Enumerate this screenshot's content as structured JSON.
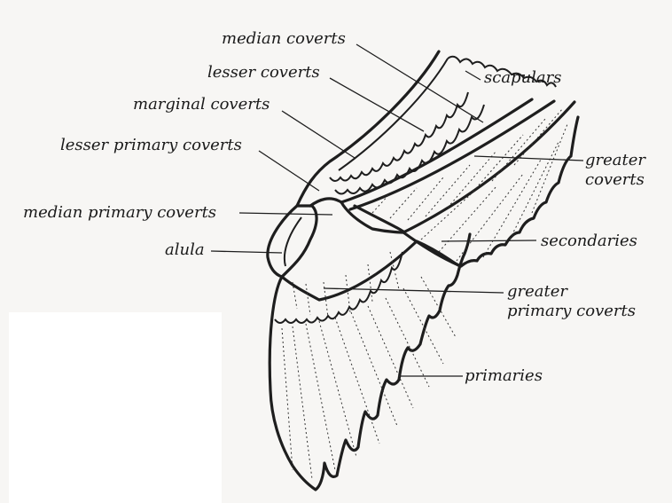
{
  "labels": {
    "median_coverts": "median coverts",
    "lesser_coverts": "lesser coverts",
    "marginal_coverts": "marginal coverts",
    "lesser_primary_coverts": "lesser primary coverts",
    "median_primary_coverts": "median primary coverts",
    "alula": "alula",
    "scapulars": "scapulars",
    "greater_coverts_line1": "greater",
    "greater_coverts_line2": "coverts",
    "secondaries": "secondaries",
    "greater_primary_coverts_line1": "greater",
    "greater_primary_coverts_line2": "primary coverts",
    "primaries": "primaries"
  }
}
